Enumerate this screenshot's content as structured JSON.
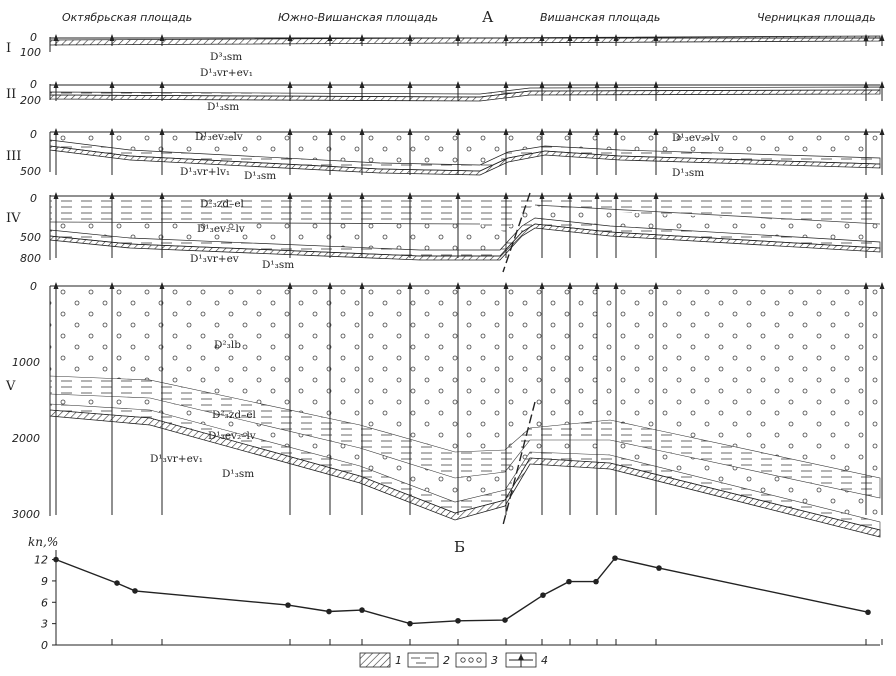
{
  "areas": [
    "Октябрьская площадь",
    "Южно-Вишанская площадь",
    "Вишанская площадь",
    "Черницкая площадь"
  ],
  "panel_a_letter": "А",
  "panel_b_letter": "Б",
  "sections": [
    {
      "roman": "I",
      "ticks": [
        "0",
        "100"
      ],
      "labels": [
        "D³₃sm"
      ]
    },
    {
      "roman": "II",
      "ticks": [
        "0",
        "200"
      ],
      "labels": [
        "D¹₃vr+ev₁",
        "D¹₃sm"
      ]
    },
    {
      "roman": "III",
      "ticks": [
        "0",
        "500"
      ],
      "labels": [
        "D¹₃ev₂–lv",
        "D¹₃vr+lv₁",
        "D¹₃sm",
        "D¹₃ev₂–lv",
        "D¹₃sm"
      ]
    },
    {
      "roman": "IV",
      "ticks": [
        "0",
        "500",
        "800"
      ],
      "labels": [
        "D²₃zd–el",
        "D¹₃ev₂–lv",
        "D¹₃vr+ev",
        "D¹₃sm"
      ]
    },
    {
      "roman": "V",
      "ticks": [
        "0",
        "1000",
        "2000",
        "3000"
      ],
      "labels": [
        "D²₃lb",
        "D²₃zd–el",
        "D¹₃ev₂–lv",
        "D¹₃vr+ev₁",
        "D¹₃sm"
      ]
    }
  ],
  "legend": [
    "1",
    "2",
    "3",
    "4"
  ],
  "chart_data": {
    "type": "line",
    "ylabel": "kп,%",
    "yticks": [
      "12",
      "9",
      "6",
      "3",
      "0"
    ],
    "ylim": [
      0,
      12.5
    ],
    "grid": false,
    "x": [
      0,
      61,
      79,
      232,
      273,
      306,
      354,
      402,
      449,
      487,
      513,
      540,
      559,
      603,
      812
    ],
    "values": [
      12,
      8.7,
      7.6,
      5.6,
      4.7,
      4.9,
      3.0,
      3.4,
      3.5,
      7.0,
      8.9,
      8.9,
      12.2,
      10.8,
      4.6
    ]
  }
}
